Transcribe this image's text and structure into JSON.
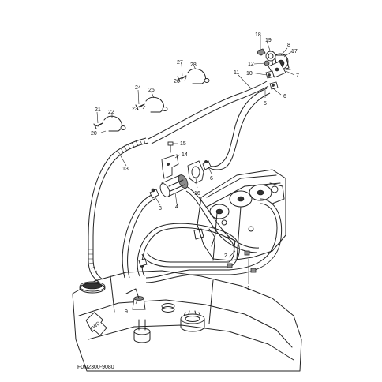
{
  "callouts": {
    "c1": "1",
    "c2": "2",
    "c3": "3",
    "c4": "4",
    "c5": "5",
    "c6a": "6",
    "c6b": "6",
    "c7": "7",
    "c8": "8",
    "c9": "9",
    "c10": "10",
    "c11": "11",
    "c12": "12",
    "c13": "13",
    "c14": "14",
    "c15": "15",
    "c16": "16",
    "c17": "17",
    "c18": "18",
    "c19": "19",
    "c20": "20",
    "c21": "21",
    "c22": "22",
    "c23": "23",
    "c24": "24",
    "c25": "25",
    "c26": "26",
    "c27": "27",
    "c28": "28"
  },
  "fwd_label": "FWD",
  "diagram_code": "F0N2300-9080"
}
